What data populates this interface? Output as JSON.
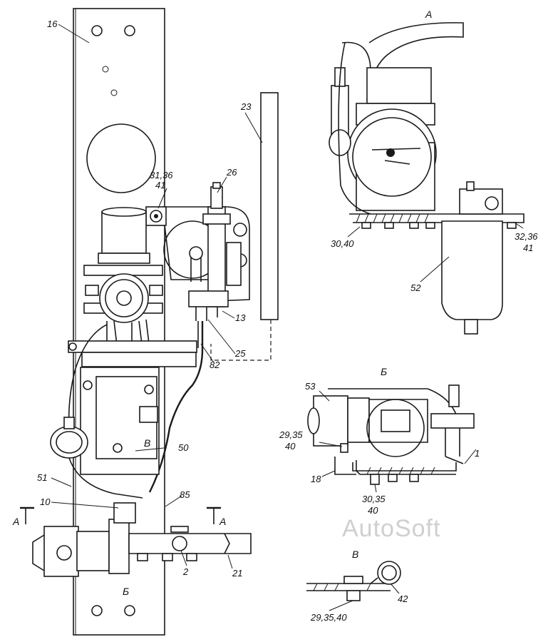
{
  "views": {
    "a": "А",
    "b": "Б",
    "v": "В"
  },
  "section_marks": {
    "a_left": "А",
    "a_right": "А",
    "b_bottom": "Б",
    "v_main": "В"
  },
  "callouts": {
    "c16": "16",
    "c23": "23",
    "c26": "26",
    "c31": "31,36",
    "c41a": "41",
    "c13": "13",
    "c25": "25",
    "c82": "82",
    "c50": "50",
    "c51": "51",
    "c10": "10",
    "c85": "85",
    "c2": "2",
    "c21": "21",
    "c30a": "30,40",
    "c32": "32,36",
    "c41b": "41",
    "c52": "52",
    "c53": "53",
    "c29a": "29,35",
    "c40a": "40",
    "c18": "18",
    "c30b": "30,35",
    "c40b": "40",
    "c1": "1",
    "c42": "42",
    "c29b": "29,35,40"
  },
  "watermark": "AutoSoft"
}
